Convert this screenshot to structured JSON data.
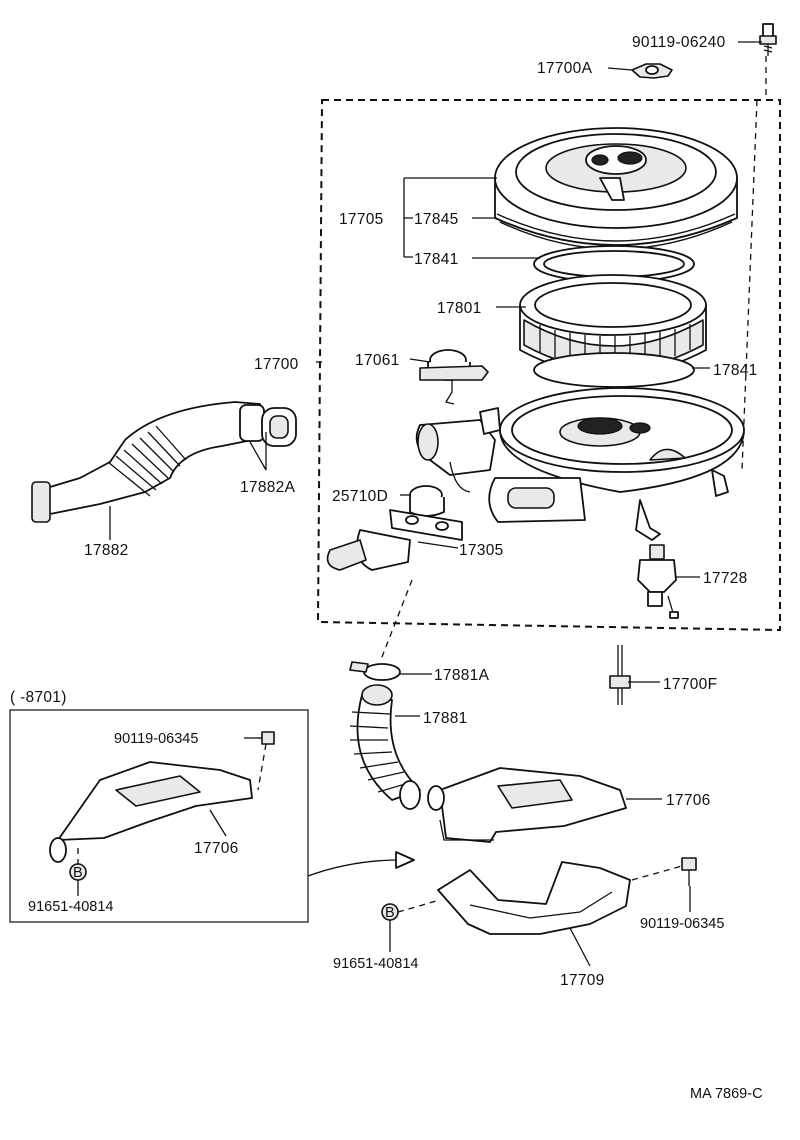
{
  "figure_id": "MA 7869-C",
  "inset_title": "(        -8701)",
  "labels": {
    "p90119_06240": "90119-06240",
    "p17700A": "17700A",
    "p17705": "17705",
    "p17845": "17845",
    "p17841_top": "17841",
    "p17801": "17801",
    "p17700": "17700",
    "p17061": "17061",
    "p17841_right": "17841",
    "p17882A": "17882A",
    "p25710D": "25710D",
    "p17882": "17882",
    "p17305": "17305",
    "p17728": "17728",
    "p17881A": "17881A",
    "p17700F": "17700F",
    "p17881": "17881",
    "p90119_06345_inset": "90119-06345",
    "p17706_main": "17706",
    "p17706_inset": "17706",
    "p91651_40814_inset": "91651-40814",
    "p90119_06345_main": "90119-06345",
    "p91651_40814_main": "91651-40814",
    "p17709": "17709"
  },
  "symbols": {
    "bolt_marker": "B"
  }
}
